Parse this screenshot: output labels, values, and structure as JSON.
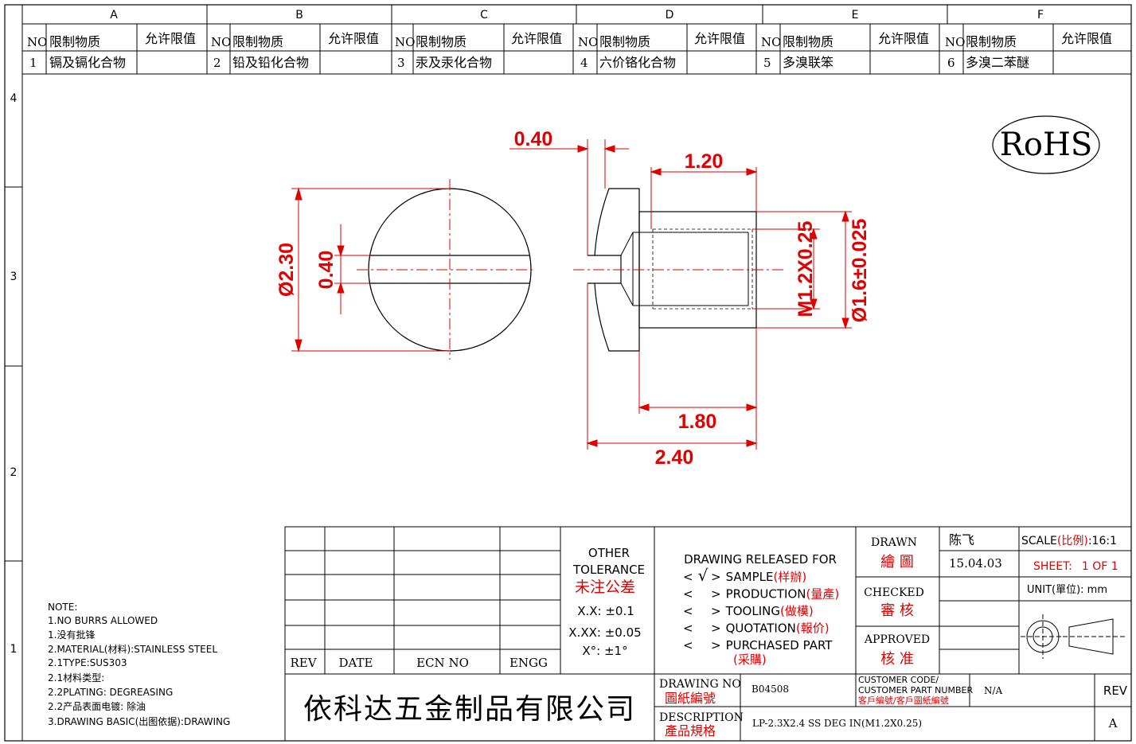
{
  "zones": {
    "columns": [
      "A",
      "B",
      "C",
      "D",
      "E",
      "F"
    ],
    "rows": [
      "4",
      "3",
      "2",
      "1"
    ]
  },
  "restricted_substances": {
    "header_no": "NO",
    "header_substance": "限制物质",
    "header_limit": "允许限值",
    "items": [
      {
        "no": "1",
        "name": "镉及镉化合物"
      },
      {
        "no": "2",
        "name": "铅及铅化合物"
      },
      {
        "no": "3",
        "name": "汞及汞化合物"
      },
      {
        "no": "4",
        "name": "六价铬化合物"
      },
      {
        "no": "5",
        "name": "多溴联笨"
      },
      {
        "no": "6",
        "name": "多溴二苯醚"
      }
    ]
  },
  "rohs_mark": "RoHS",
  "dimensions": {
    "head_dia": "Ø2.30",
    "slot_width_front": "0.40",
    "slot_depth": "0.40",
    "shank_len": "1.20",
    "thread": "M1.2X0.25",
    "shank_dia": "Ø1.6±0.025",
    "len_180": "1.80",
    "len_240": "2.40"
  },
  "notes": [
    "NOTE:",
    "1.NO BURRS ALLOWED",
    "1.没有批锋",
    "2.MATERIAL(材料):STAINLESS STEEL",
    "2.1TYPE:SUS303",
    "2.1材料类型:",
    "2.2PLATING: DEGREASING",
    "2.2产品表面电镀: 除油",
    "3.DRAWING BASIC(出图依据):DRAWING"
  ],
  "rev_table": {
    "rev": "REV",
    "date": "DATE",
    "ecn": "ECN NO",
    "engg": "ENGG"
  },
  "tolerance": {
    "title1": "OTHER",
    "title2": "TOLERANCE",
    "title_cn": "未注公差",
    "xx": "X.X: ±0.1",
    "xxx": "X.XX: ±0.05",
    "angle": "X°: ±1°"
  },
  "release": {
    "title": "DRAWING RELEASED FOR",
    "items": [
      {
        "mark": "√",
        "en": "SAMPLE",
        "cn": "(样辦)"
      },
      {
        "mark": "",
        "en": "PRODUCTION",
        "cn": "(量產)"
      },
      {
        "mark": "",
        "en": "TOOLING",
        "cn": "(做模)"
      },
      {
        "mark": "",
        "en": "QUOTATION",
        "cn": "(報价)"
      },
      {
        "mark": "",
        "en": "PURCHASED PART",
        "cn": "(采購)"
      }
    ]
  },
  "signoff": {
    "drawn": "DRAWN",
    "drawn_cn": "繪 圖",
    "drawn_by": "陈飞",
    "date": "15.04.03",
    "checked": "CHECKED",
    "checked_cn": "審 核",
    "approved": "APPROVED",
    "approved_cn": "核 准"
  },
  "scale": {
    "label": "SCALE",
    "label_cn": "(比例)",
    "value": ":16:1"
  },
  "sheet": {
    "label": "SHEET:",
    "value": "1 OF 1"
  },
  "unit": {
    "label": "UNIT",
    "label_cn": "(單位)",
    "value": ":  mm"
  },
  "company": "依科达五金制品有限公司",
  "drawing_no": {
    "label": "DRAWING NO",
    "label_cn": "圖紙編號",
    "value": "B04508"
  },
  "customer": {
    "label1": "CUSTOMER CODE/",
    "label2": "CUSTOMER PART NUMBER",
    "label_cn": "客戶編號/客戶圖紙編號",
    "value": "N/A"
  },
  "rev_block": {
    "label": "REV",
    "value": "A"
  },
  "description": {
    "label": "DESCRIPTION",
    "label_cn": "產品規格",
    "value": "LP-2.3X2.4 SS DEG IN(M1.2X0.25)"
  }
}
